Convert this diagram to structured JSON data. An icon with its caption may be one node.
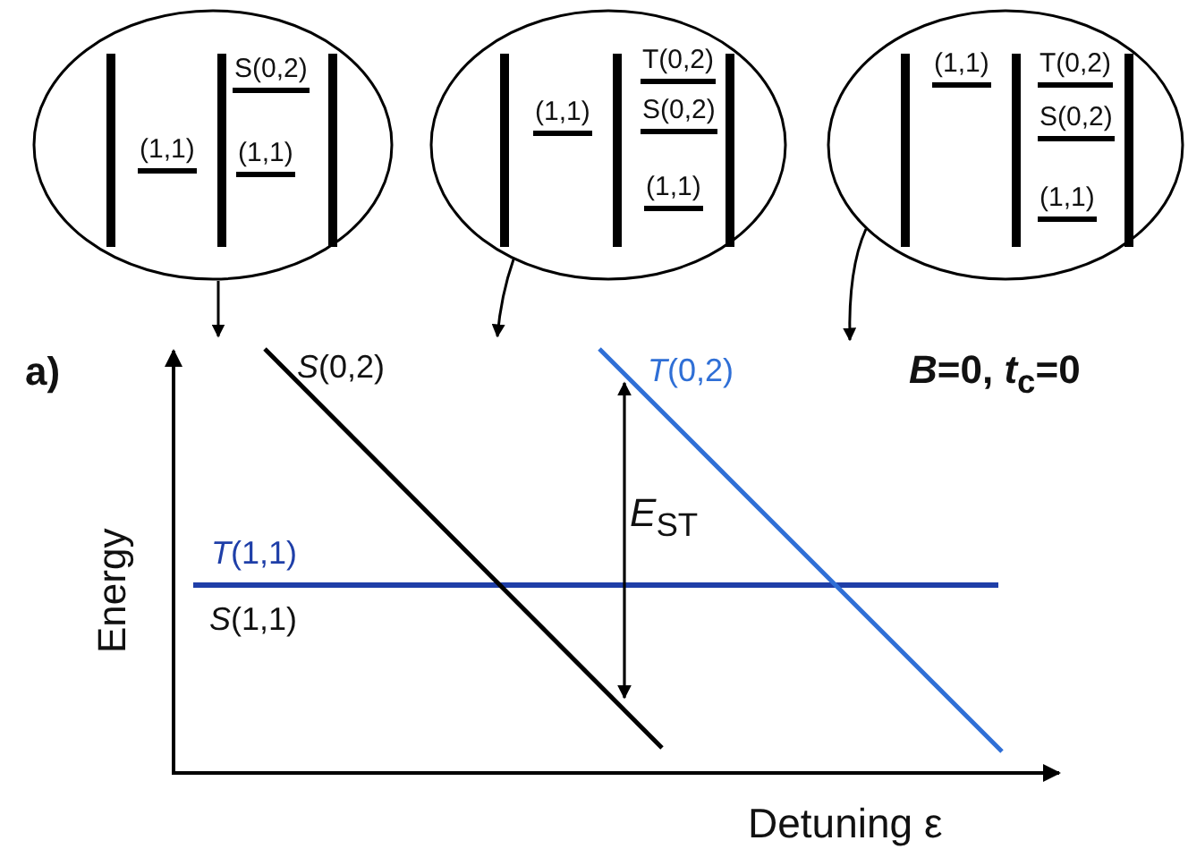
{
  "diagram": {
    "nodes": [
      {
        "text": [
          "(1,1)",
          "S(0,2)",
          "(1,1)"
        ]
      },
      {
        "text": [
          "(1,1)",
          "T(0,2)",
          "S(0,2)",
          "(1,1)"
        ]
      },
      {
        "text": [
          "(1,1)",
          "T(0,2)",
          "S(0,2)",
          "(1,1)"
        ]
      }
    ],
    "edges": [
      {
        "from": 0,
        "to": null,
        "arrow": "to"
      },
      {
        "from": 1,
        "to": null,
        "arrow": "to"
      },
      {
        "from": 2,
        "to": null,
        "arrow": "to"
      }
    ],
    "labels": [
      "a)",
      "*S*(0,2)",
      "*T*(0,2)",
      "*B*=0, *t*$_{c}$=0",
      "*E*$_{ST}$",
      "Energy",
      "*T*(1,1)",
      "*S*(1,1)",
      "Detuning ε"
    ]
  }
}
